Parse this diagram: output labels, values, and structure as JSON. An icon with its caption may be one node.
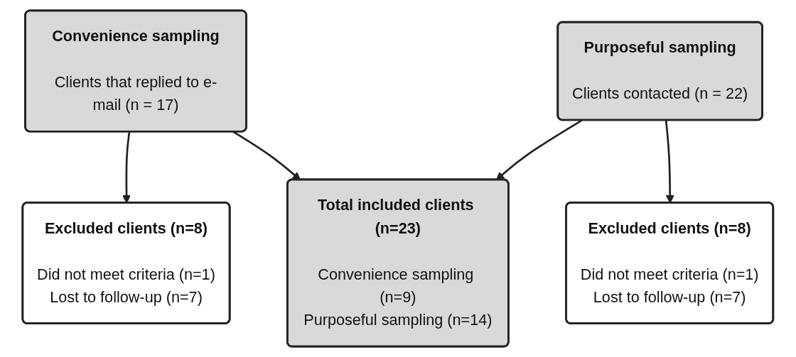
{
  "diagram": {
    "nodes": [
      {
        "text": [
          "Convenience sampling",
          "Clients that replied to e-mail (n = 17)"
        ]
      },
      {
        "text": [
          "Purposeful sampling",
          "Clients contacted (n = 22)"
        ]
      },
      {
        "text": [
          "Excluded clients (n=8)",
          "Did not meet criteria (n=1)",
          "Lost to follow-up (n=7)"
        ]
      },
      {
        "text": [
          "Excluded clients (n=8)",
          "Did not meet criteria (n=1)",
          "Lost to follow-up (n=7)"
        ]
      },
      {
        "text": [
          "Total included clients (n=23)",
          "Convenience sampling (n=9)",
          "Purposeful sampling (n=14)"
        ]
      }
    ],
    "edges": [
      {
        "from": 0,
        "to": 2,
        "arrow": "to"
      },
      {
        "from": 0,
        "to": 4,
        "arrow": "to"
      },
      {
        "from": 1,
        "to": 3,
        "arrow": "to"
      },
      {
        "from": 1,
        "to": 4,
        "arrow": "to"
      }
    ]
  }
}
